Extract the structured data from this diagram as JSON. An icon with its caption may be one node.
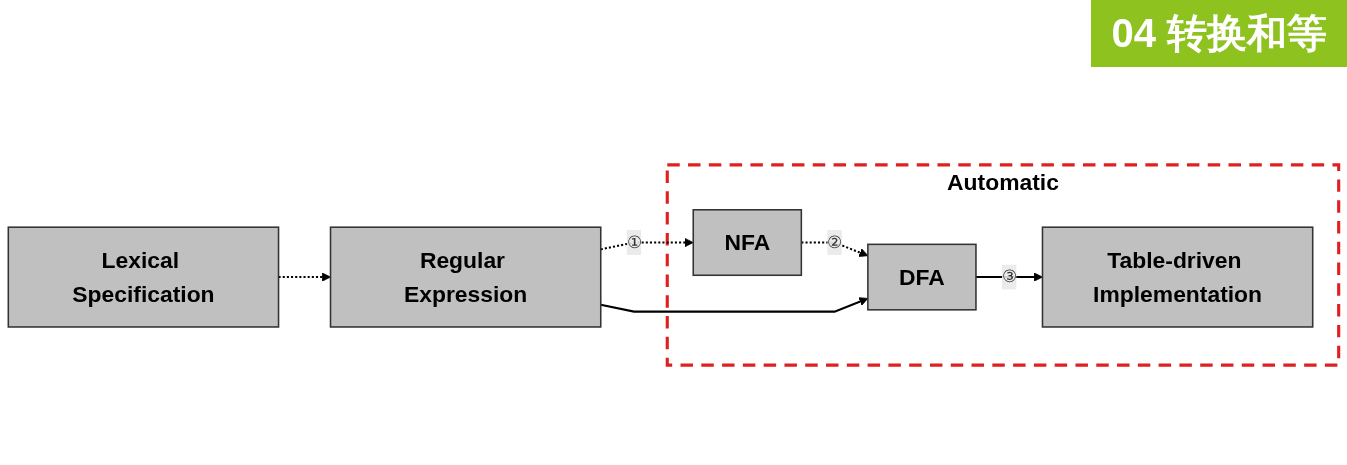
{
  "diagram": {
    "title": "04 转换和等",
    "nodes": [
      {
        "text": [
          "Lexical Specification"
        ]
      },
      {
        "text": [
          "Regular Expression"
        ]
      },
      {
        "text": [
          "Automatic"
        ]
      },
      {
        "text": [
          "NFA"
        ],
        "in": 2
      },
      {
        "text": [
          "DFA"
        ],
        "in": 2
      },
      {
        "text": [
          "Table-driven Implementation"
        ],
        "in": 2
      }
    ],
    "edges": [
      {
        "from": 0,
        "to": 1,
        "arrow": "to",
        "style": "dashed"
      },
      {
        "from": 1,
        "to": 3,
        "arrow": "to",
        "style": "dashed",
        "label": "①"
      },
      {
        "from": 3,
        "to": 4,
        "arrow": "to",
        "style": "dashed",
        "label": "②"
      },
      {
        "from": 1,
        "to": 4,
        "arrow": "to"
      },
      {
        "from": 4,
        "to": 5,
        "arrow": "to",
        "label": "③"
      }
    ]
  }
}
